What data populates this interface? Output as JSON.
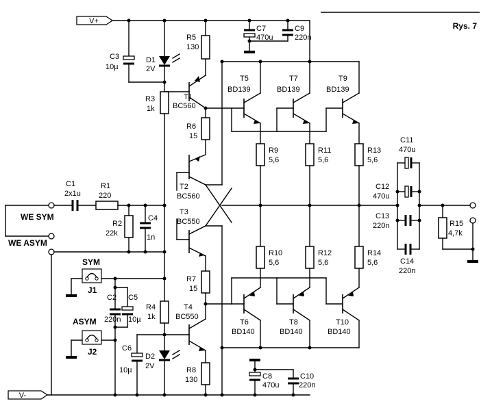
{
  "figure": {
    "label": "Rys. 7"
  },
  "rails": {
    "positive": "V+",
    "negative": "V-"
  },
  "inputs": {
    "sym": "WE SYM",
    "asym": "WE ASYM"
  },
  "jumpers": {
    "sym_label": "SYM",
    "asym_label": "ASYM",
    "j1": "J1",
    "j2": "J2"
  },
  "components": {
    "C1": {
      "ref": "C1",
      "value": "2x1u"
    },
    "R1": {
      "ref": "R1",
      "value": "220"
    },
    "R2": {
      "ref": "R2",
      "value": "22k"
    },
    "C4": {
      "ref": "C4",
      "value": "1n"
    },
    "C2": {
      "ref": "C2",
      "value": "220n"
    },
    "C5": {
      "ref": "C5",
      "value": "10µ"
    },
    "C3": {
      "ref": "C3",
      "value": "10µ"
    },
    "D1": {
      "ref": "D1",
      "value": "2V"
    },
    "R3": {
      "ref": "R3",
      "value": "1k"
    },
    "R4": {
      "ref": "R4",
      "value": "1k"
    },
    "C6": {
      "ref": "C6",
      "value": "10µ"
    },
    "D2": {
      "ref": "D2",
      "value": "2V"
    },
    "R5": {
      "ref": "R5",
      "value": "130"
    },
    "R8": {
      "ref": "R8",
      "value": "130"
    },
    "T1": {
      "ref": "T1",
      "value": "BC560"
    },
    "T2": {
      "ref": "T2",
      "value": "BC560"
    },
    "T3": {
      "ref": "T3",
      "value": "BC550"
    },
    "T4": {
      "ref": "T4",
      "value": "BC550"
    },
    "R6": {
      "ref": "R6",
      "value": "15"
    },
    "R7": {
      "ref": "R7",
      "value": "15"
    },
    "C7": {
      "ref": "C7",
      "value": "470u"
    },
    "C9": {
      "ref": "C9",
      "value": "220n"
    },
    "C8": {
      "ref": "C8",
      "value": "470u"
    },
    "C10": {
      "ref": "C10",
      "value": "220n"
    },
    "T5": {
      "ref": "T5",
      "value": "BD139"
    },
    "T7": {
      "ref": "T7",
      "value": "BD139"
    },
    "T9": {
      "ref": "T9",
      "value": "BD139"
    },
    "T6": {
      "ref": "T6",
      "value": "BD140"
    },
    "T8": {
      "ref": "T8",
      "value": "BD140"
    },
    "T10": {
      "ref": "T10",
      "value": "BD140"
    },
    "R9": {
      "ref": "R9",
      "value": "5,6"
    },
    "R11": {
      "ref": "R11",
      "value": "5,6"
    },
    "R13": {
      "ref": "R13",
      "value": "5,6"
    },
    "R10": {
      "ref": "R10",
      "value": "5,6"
    },
    "R12": {
      "ref": "R12",
      "value": "5,6"
    },
    "R14": {
      "ref": "R14",
      "value": "5,6"
    },
    "C11": {
      "ref": "C11",
      "value": "470u"
    },
    "C12": {
      "ref": "C12",
      "value": "470u"
    },
    "C13": {
      "ref": "C13",
      "value": "220n"
    },
    "C14": {
      "ref": "C14",
      "value": "220n"
    },
    "R15": {
      "ref": "R15",
      "value": "4,7k"
    }
  }
}
